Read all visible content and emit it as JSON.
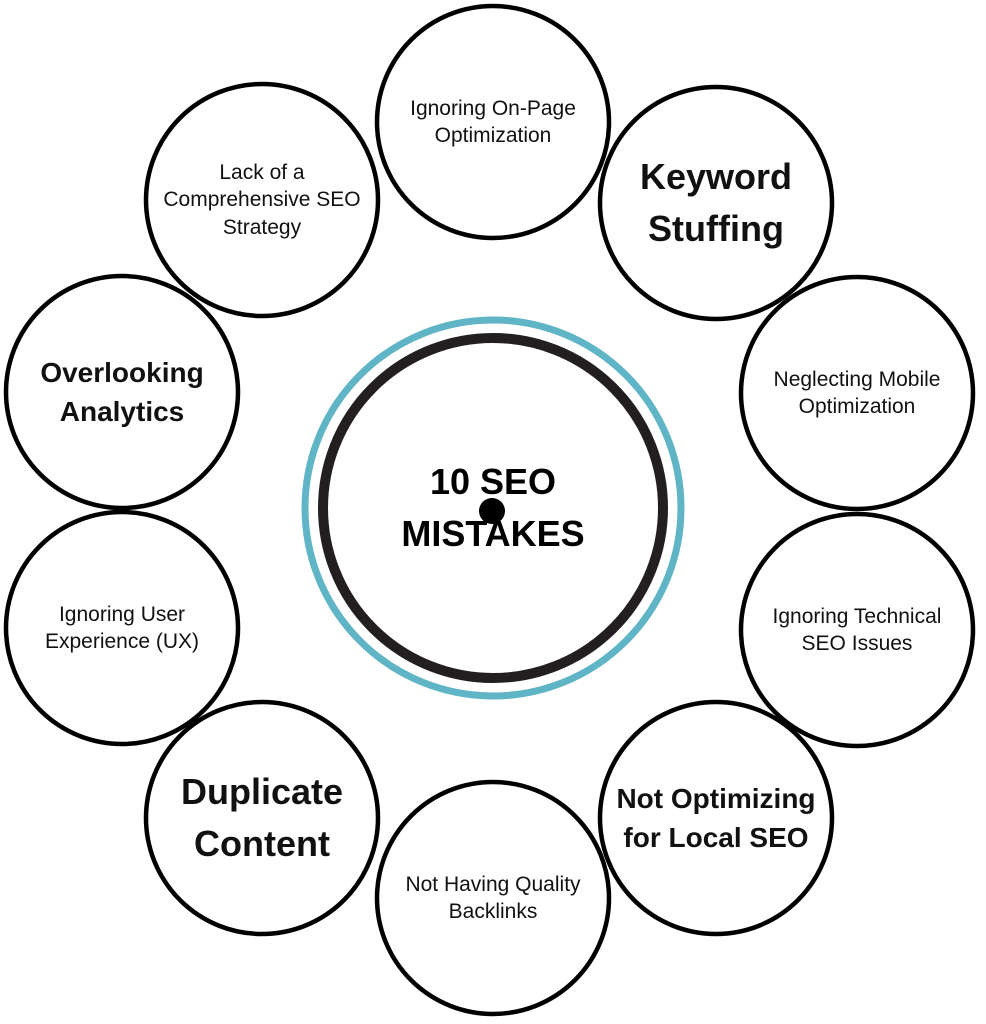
{
  "center": {
    "line1": "10 SEO",
    "line2": "MISTAKES"
  },
  "colors": {
    "ring_outer": "#5fb4c6",
    "ring_inner": "#231f20",
    "circle_stroke": "#000000"
  },
  "mistakes": [
    {
      "label": "Ignoring On-Page Optimization",
      "size": "sm"
    },
    {
      "label": "Keyword Stuffing",
      "size": "lg"
    },
    {
      "label": "Neglecting Mobile Optimization",
      "size": "sm"
    },
    {
      "label": "Ignoring Technical SEO Issues",
      "size": "sm"
    },
    {
      "label": "Not Optimizing for Local SEO",
      "size": "md"
    },
    {
      "label": "Not Having Quality Backlinks",
      "size": "sm"
    },
    {
      "label": "Duplicate Content",
      "size": "lg"
    },
    {
      "label": "Ignoring User Experience (UX)",
      "size": "sm"
    },
    {
      "label": "Overlooking Analytics",
      "size": "md"
    },
    {
      "label": "Lack of a Comprehensive SEO Strategy",
      "size": "sm"
    }
  ]
}
